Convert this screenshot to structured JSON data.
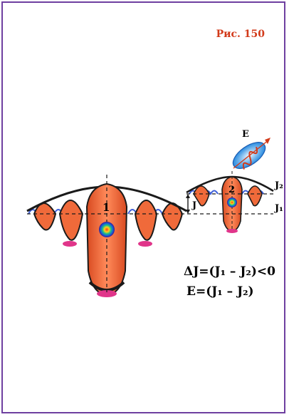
{
  "figure": {
    "caption": "Рис. 150",
    "wave1_label": "1",
    "wave2_label": "2",
    "photon_label": "E",
    "level_j_label": "J",
    "level_j1_label": "J₁",
    "level_j2_label": "J₂",
    "equation1": "ΔJ=(J₁ – J₂)<0",
    "equation2": "E=(J₁ – J₂)"
  },
  "colors": {
    "frame": "#6e3fa0",
    "wave_orange": "#f06a3a",
    "wave_dark": "#1a1a1a",
    "ripple_blue": "#3c5ed8",
    "ripple_pink": "#e0358a",
    "caption": "#d23a1a",
    "photon_blue": "#2a8ce0"
  }
}
